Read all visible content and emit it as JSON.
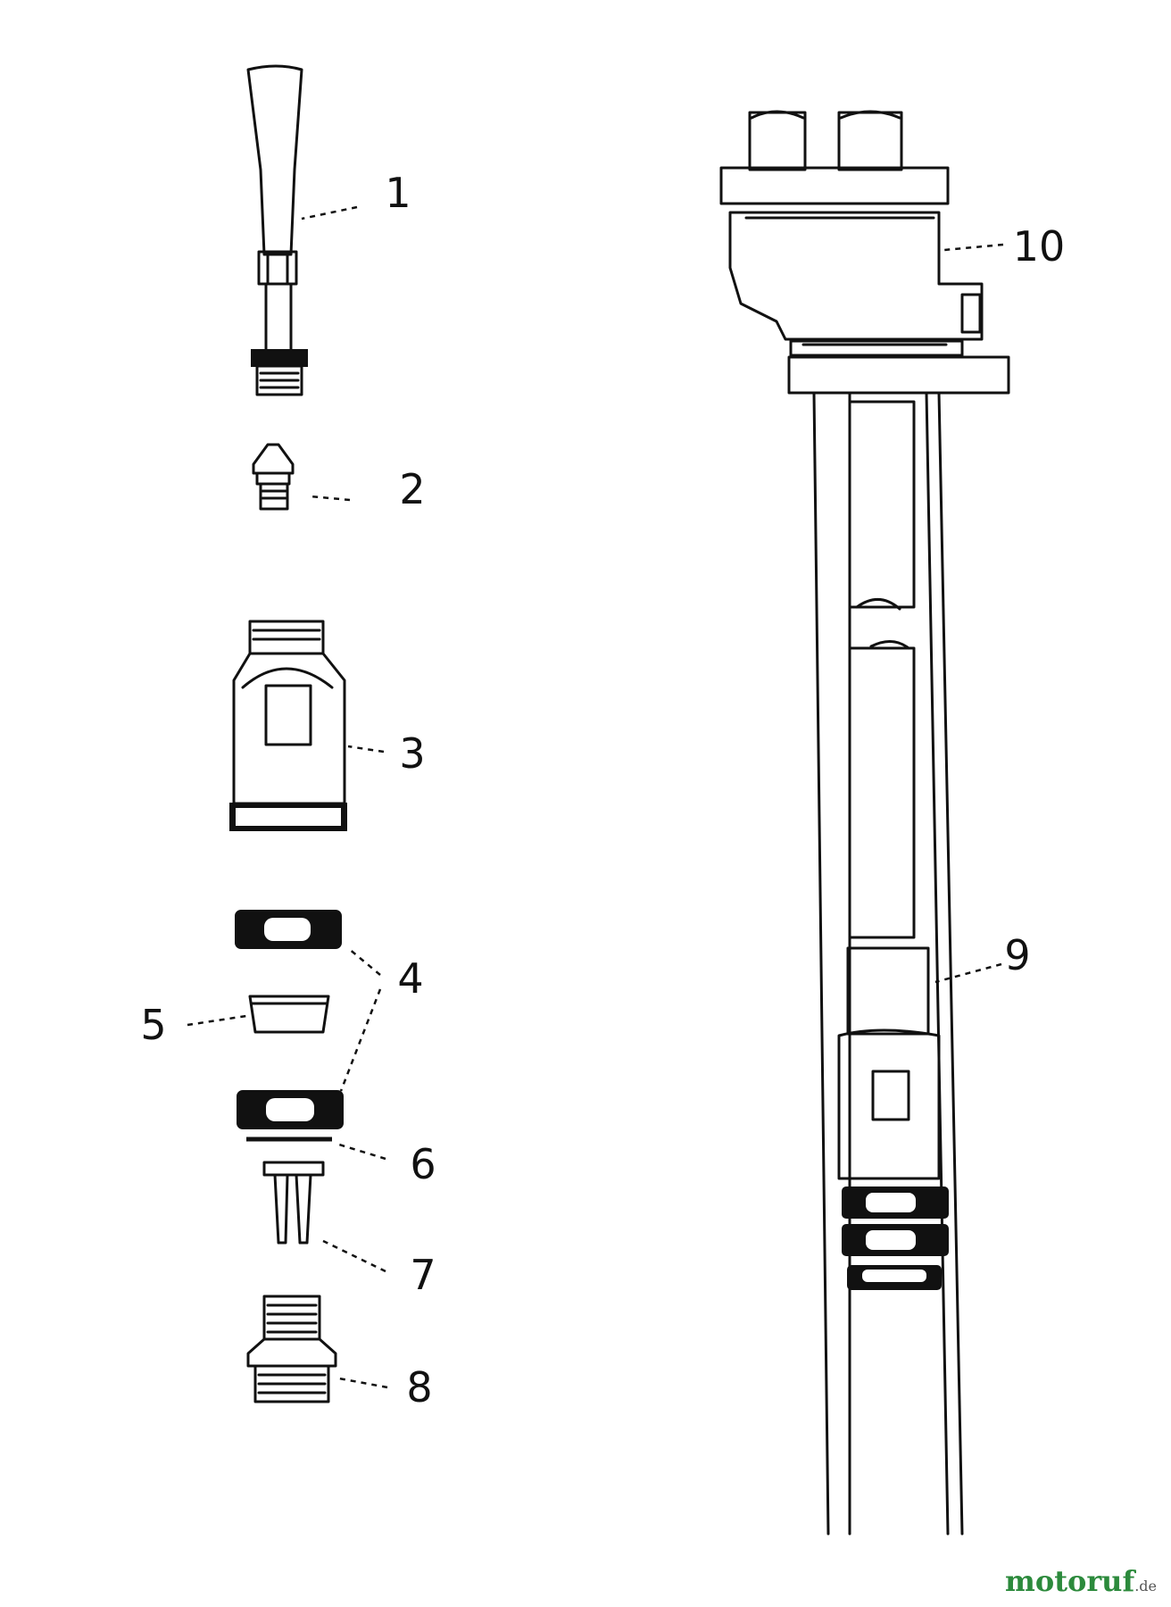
{
  "callouts": {
    "c1": "1",
    "c2": "2",
    "c3": "3",
    "c4": "4",
    "c5": "5",
    "c6": "6",
    "c7": "7",
    "c8": "8",
    "c9": "9",
    "c10": "10"
  },
  "watermark": {
    "brand": "motoruf",
    "tld": ".de"
  },
  "icons": [
    "motoruf-logo"
  ]
}
